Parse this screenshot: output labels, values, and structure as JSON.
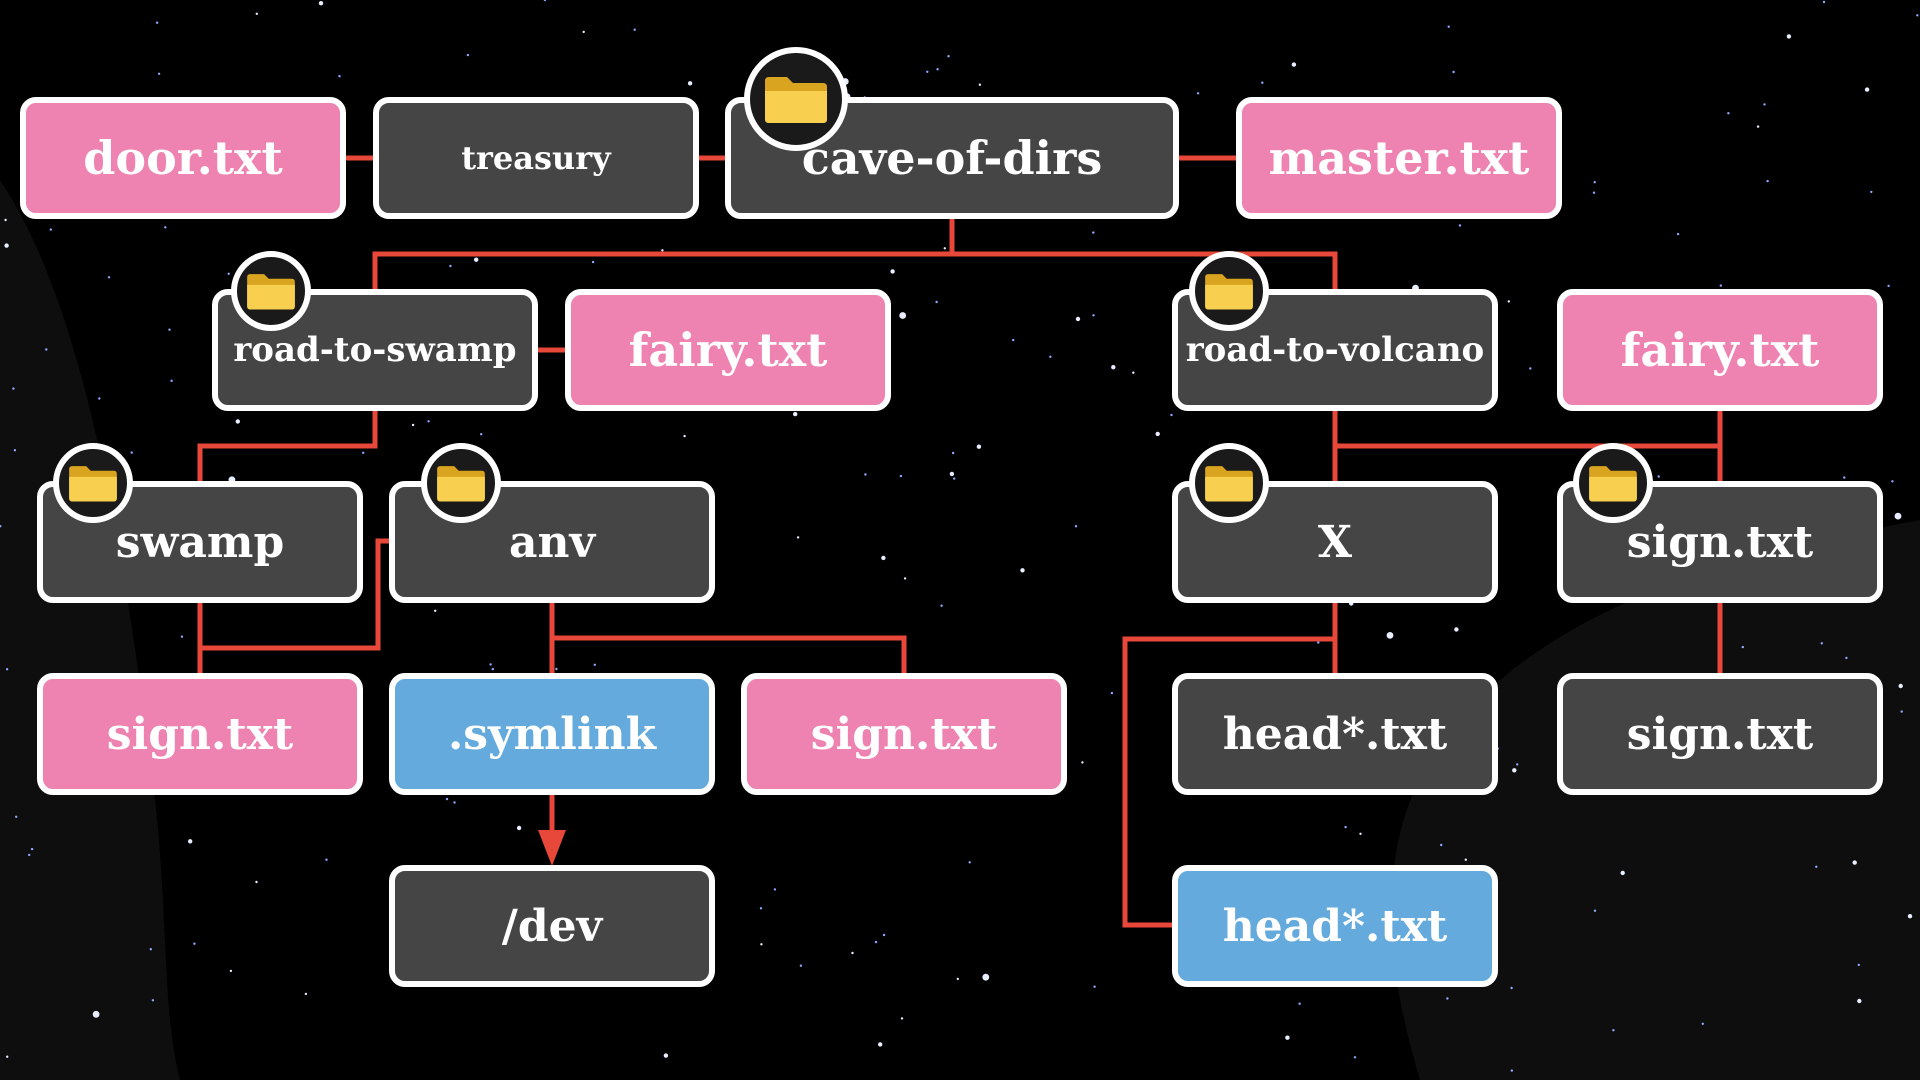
{
  "colors": {
    "file": "#ee82b0",
    "directory": "#454545",
    "link": "#64aadc",
    "connector": "#e8483a",
    "border": "#ffffff",
    "background": "#000000"
  },
  "nodes": {
    "door_txt": {
      "label": "door.txt",
      "kind": "file"
    },
    "treasury": {
      "label": "treasury",
      "kind": "directory"
    },
    "cave_of_dirs": {
      "label": "cave-of-dirs",
      "kind": "directory",
      "icon": "folder-icon"
    },
    "master_txt": {
      "label": "master.txt",
      "kind": "file"
    },
    "road_to_swamp": {
      "label": "road-to-swamp",
      "kind": "directory",
      "icon": "folder-icon"
    },
    "fairy_txt_1": {
      "label": "fairy.txt",
      "kind": "file"
    },
    "road_to_volcano": {
      "label": "road-to-volcano",
      "kind": "directory",
      "icon": "folder-icon"
    },
    "fairy_txt_2": {
      "label": "fairy.txt",
      "kind": "file"
    },
    "swamp": {
      "label": "swamp",
      "kind": "directory",
      "icon": "folder-icon"
    },
    "anv": {
      "label": "anv",
      "kind": "directory",
      "icon": "folder-icon"
    },
    "x": {
      "label": "X",
      "kind": "directory",
      "icon": "folder-icon"
    },
    "sign_txt_dir": {
      "label": "sign.txt",
      "kind": "directory",
      "icon": "folder-icon"
    },
    "sign_txt_1": {
      "label": "sign.txt",
      "kind": "file"
    },
    "symlink": {
      "label": ".symlink",
      "kind": "link"
    },
    "sign_txt_2": {
      "label": "sign.txt",
      "kind": "file"
    },
    "head_txt_1": {
      "label": "head*.txt",
      "kind": "directory"
    },
    "sign_txt_3": {
      "label": "sign.txt",
      "kind": "directory"
    },
    "dev": {
      "label": "/dev",
      "kind": "directory"
    },
    "head_txt_2": {
      "label": "head*.txt",
      "kind": "link"
    }
  }
}
